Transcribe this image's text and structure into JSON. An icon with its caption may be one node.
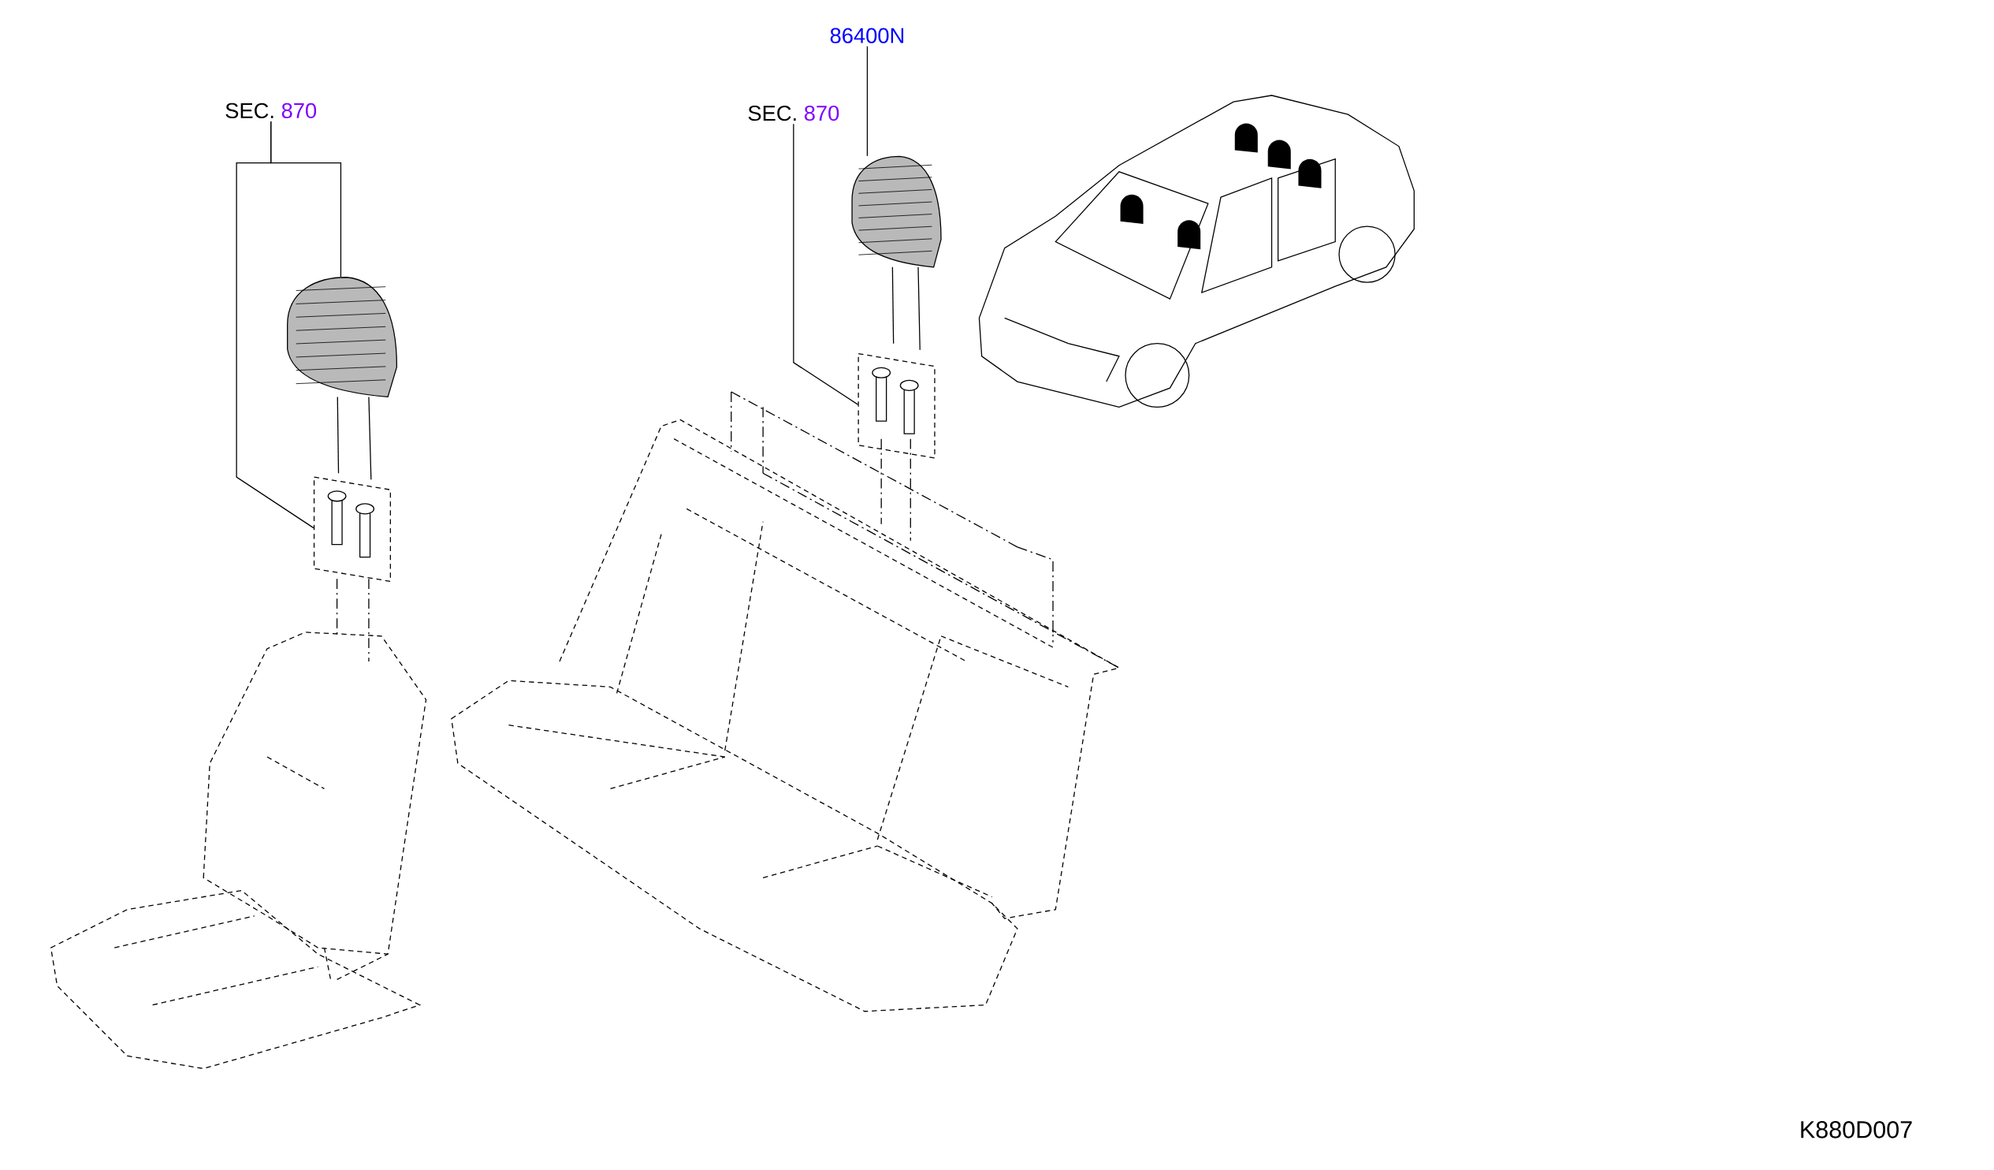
{
  "diagram": {
    "nodes": [
      {
        "text": [
          "SEC.",
          "870"
        ]
      },
      {
        "text": [],
        "shape": "picture"
      },
      {
        "text": [],
        "shape": "picture"
      },
      {
        "text": [
          "SEC.",
          "870"
        ]
      },
      {
        "text": [],
        "shape": "picture"
      },
      {
        "text": [
          "86400N"
        ]
      },
      {
        "text": [],
        "shape": "picture"
      }
    ],
    "edges": [
      {
        "from": 0,
        "to": 1,
        "arrow": "none"
      },
      {
        "from": 0,
        "to": 2,
        "arrow": "none"
      },
      {
        "from": 3,
        "to": 4,
        "arrow": "none"
      },
      {
        "from": 5,
        "to": 6,
        "arrow": "none"
      }
    ],
    "labels": [
      "K880D007"
    ]
  }
}
